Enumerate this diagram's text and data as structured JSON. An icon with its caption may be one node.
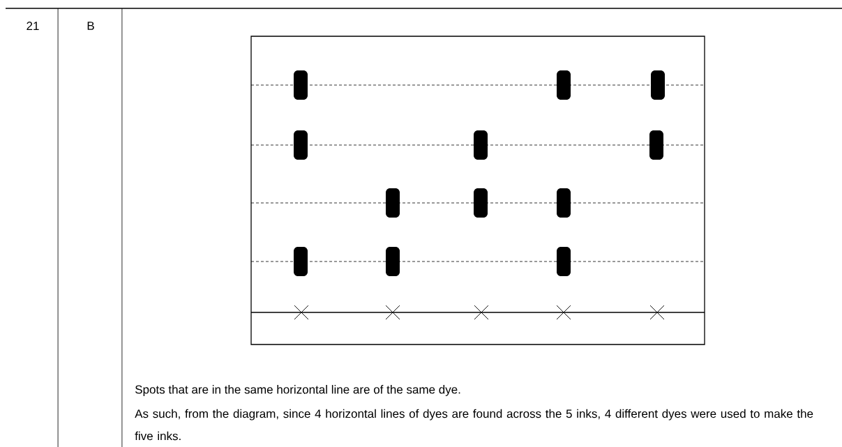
{
  "diagram": {
    "labels": [
      "21",
      "B",
      "Spots that are in the same horizontal line are of the same dye.",
      "As such, from the diagram, since 4 horizontal lines of dyes are found across the 5 inks, 4 different dyes were used to make the five inks."
    ]
  }
}
